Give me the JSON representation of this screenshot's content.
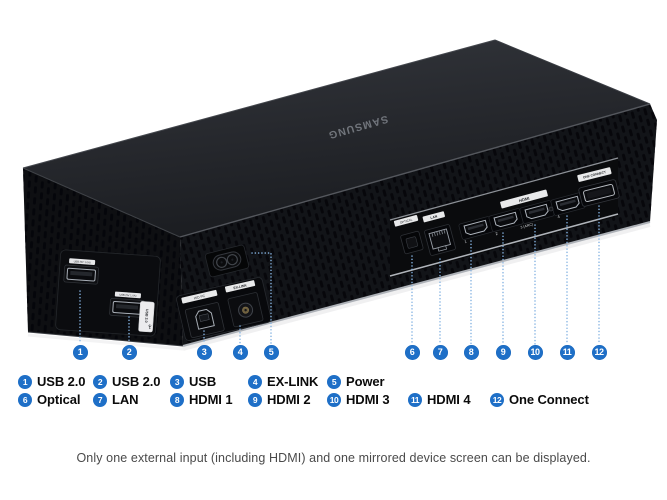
{
  "colors": {
    "accent_blue": "#1e6fc7",
    "leader_blue": "#85b3e2",
    "device_black": "#121418"
  },
  "device": {
    "brand_logo": "SAMSUNG",
    "labels": {
      "usb_port_small_1": "USB (5V 1.0A)",
      "usb_port_small_2": "USB (5V 1.0A)",
      "usb_sticker": "USB 2.0",
      "usb_b": "HID PC",
      "ex_link": "EX-LINK",
      "optical": "OPTICAL",
      "lan": "LAN",
      "hdmi": "HDMI",
      "hdmi_1": "1",
      "hdmi_2": "2",
      "hdmi_3": "3 (ARC)",
      "hdmi_4": "4",
      "one_connect": "ONE CONNECT"
    }
  },
  "callouts": [
    {
      "number": "1",
      "label": "USB 2.0"
    },
    {
      "number": "2",
      "label": "USB 2.0"
    },
    {
      "number": "3",
      "label": "USB"
    },
    {
      "number": "4",
      "label": "EX-LINK"
    },
    {
      "number": "5",
      "label": "Power"
    },
    {
      "number": "6",
      "label": "Optical"
    },
    {
      "number": "7",
      "label": "LAN"
    },
    {
      "number": "8",
      "label": "HDMI 1"
    },
    {
      "number": "9",
      "label": "HDMI 2"
    },
    {
      "number": "10",
      "label": "HDMI 3"
    },
    {
      "number": "11",
      "label": "HDMI 4"
    },
    {
      "number": "12",
      "label": "One Connect"
    }
  ],
  "caption": "Only one external input (including HDMI) and one mirrored device screen can be displayed."
}
